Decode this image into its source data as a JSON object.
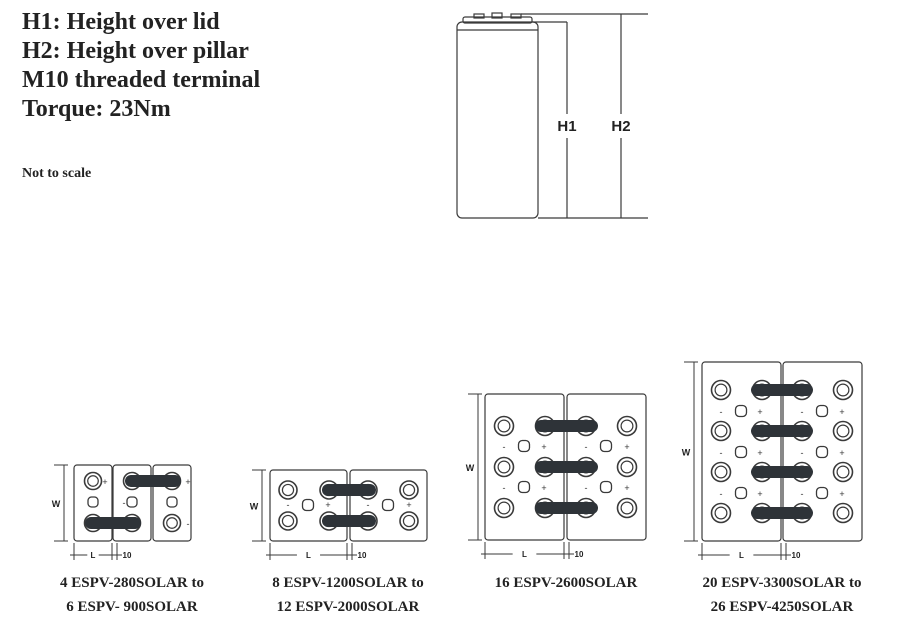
{
  "header": {
    "lines": [
      "H1: Height over lid",
      "H2: Height over pillar",
      "M10 threaded terminal",
      "Torque: 23Nm"
    ],
    "note": "Not to scale"
  },
  "side_view": {
    "h1_label": "H1",
    "h2_label": "H2"
  },
  "layouts": [
    {
      "cells": 3,
      "w_label": "W",
      "l_label": "L",
      "gap_label": "10",
      "caption": [
        "4 ESPV-280SOLAR to",
        "6 ESPV- 900SOLAR"
      ]
    },
    {
      "cells": 2,
      "w_label": "W",
      "l_label": "L",
      "gap_label": "10",
      "caption": [
        "8 ESPV-1200SOLAR to",
        "12 ESPV-2000SOLAR"
      ]
    },
    {
      "cells": 2,
      "w_label": "W",
      "l_label": "L",
      "gap_label": "10",
      "caption": [
        "16 ESPV-2600SOLAR"
      ]
    },
    {
      "cells": 2,
      "w_label": "W",
      "l_label": "L",
      "gap_label": "10",
      "caption": [
        "20 ESPV-3300SOLAR to",
        "26 ESPV-4250SOLAR"
      ]
    }
  ],
  "colors": {
    "line": "#3a3a3a",
    "connector": "#2e3338",
    "text": "#222222"
  }
}
